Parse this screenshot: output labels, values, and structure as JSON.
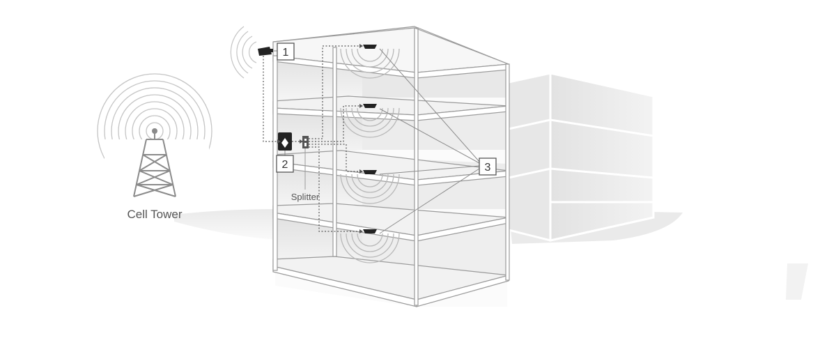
{
  "labels": {
    "tower": "Cell Tower",
    "splitter": "Splitter"
  },
  "callouts": [
    "1",
    "2",
    "3"
  ],
  "icons": {
    "tower": "cell-tower-icon",
    "antenna": "outdoor-antenna-icon",
    "booster": "amplifier-icon",
    "splitter": "splitter-icon",
    "dome": "dome-antenna-icon"
  },
  "colors": {
    "line": "#9a9a9a",
    "wave": "#bdbdbd",
    "device": "#222222",
    "floor": "#e9e9e9",
    "shadow": "#dcdcdc"
  }
}
